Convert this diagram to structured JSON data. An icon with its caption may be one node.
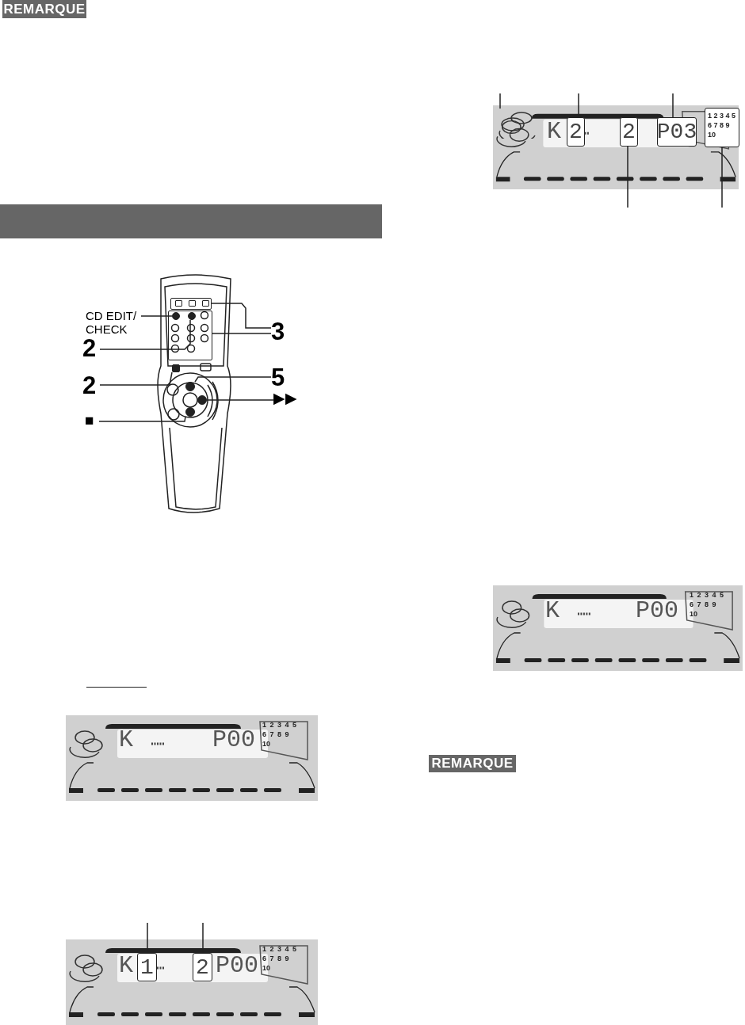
{
  "diagram": {
    "nodes": [
      {
        "text": [
          "CD EDIT/ CHECK"
        ]
      },
      {
        "text": [
          "2"
        ]
      },
      {
        "text": [
          "2"
        ]
      },
      {
        "text": [
          "■"
        ]
      },
      {
        "text": [
          "3"
        ]
      },
      {
        "text": [
          "5"
        ]
      },
      {
        "text": [
          "▶▶"
        ]
      },
      {
        "text": [],
        "shape": "box"
      },
      {
        "text": [],
        "shape": "box"
      },
      {
        "text": [],
        "shape": "circle",
        "in": 8
      },
      {
        "text": [],
        "shape": "circle",
        "in": 8
      },
      {
        "text": [],
        "shape": "box"
      },
      {
        "text": [],
        "shape": "circle"
      },
      {
        "text": [],
        "shape": "circle"
      },
      {
        "text": [],
        "shape": "circle"
      },
      {
        "text": [
          "1"
        ]
      },
      {
        "text": [
          "2"
        ]
      },
      {
        "text": [],
        "shape": "circle"
      },
      {
        "text": [
          "2"
        ]
      },
      {
        "text": [
          "P03"
        ]
      },
      {
        "text": [
          "2"
        ]
      },
      {
        "text": [
          "1 2 3 4 5 6 7 8 9 10"
        ]
      },
      {
        "text": [],
        "shape": "bar"
      }
    ],
    "edges": [
      {
        "from": 0,
        "to": 9,
        "arrow": "none"
      },
      {
        "from": 1,
        "to": 10,
        "arrow": "none"
      },
      {
        "from": 2,
        "to": 11,
        "arrow": "none"
      },
      {
        "from": 3,
        "to": 14,
        "arrow": "none"
      },
      {
        "from": 4,
        "to": 7,
        "arrow": "none"
      },
      {
        "from": 4,
        "to": 8,
        "arrow": "none"
      },
      {
        "from": 5,
        "to": 12,
        "arrow": "none"
      },
      {
        "from": 6,
        "to": 13,
        "arrow": "none"
      },
      {
        "from": null,
        "to": 15,
        "arrow": "none"
      },
      {
        "from": null,
        "to": 16,
        "arrow": "none"
      },
      {
        "from": null,
        "to": 17,
        "arrow": "none"
      },
      {
        "from": null,
        "to": 18,
        "arrow": "none"
      },
      {
        "from": null,
        "to": 19,
        "arrow": "none"
      },
      {
        "from": null,
        "to": 20,
        "arrow": "none"
      },
      {
        "from": null,
        "to": 21,
        "arrow": "none"
      }
    ],
    "labels": [
      "REMARQUE",
      "K",
      "P00",
      "1 2 3 4 5 6 7 8 9 10",
      "K",
      "P00",
      "1 2 3 4 5 6 7 8 9 10",
      "K",
      "K",
      "P00",
      "1 2 3 4 5 6 7 8 9 10",
      "REMARQUE"
    ]
  }
}
